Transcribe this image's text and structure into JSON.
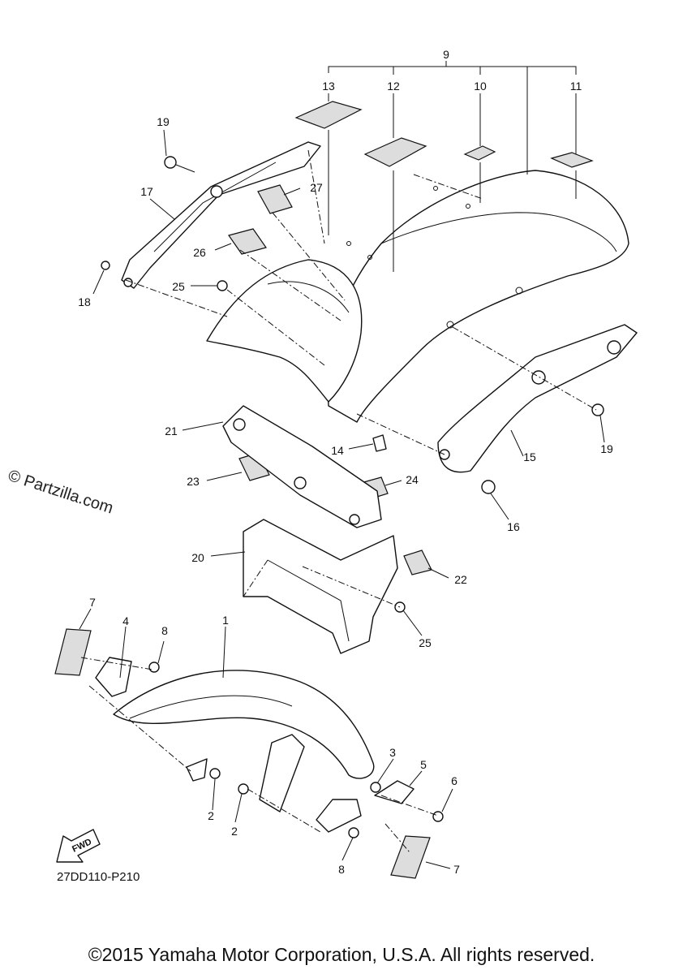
{
  "watermark": "© Partzilla.com",
  "diagram_code": "27DD110-P210",
  "fwd_label": "FWD",
  "copyright": "©2015 Yamaha Motor Corporation, U.S.A. All rights reserved.",
  "callouts": [
    "9",
    "13",
    "12",
    "10",
    "11",
    "19",
    "27",
    "17",
    "26",
    "25",
    "18",
    "21",
    "14",
    "15",
    "19",
    "16",
    "23",
    "24",
    "20",
    "22",
    "25",
    "7",
    "4",
    "8",
    "1",
    "3",
    "5",
    "6",
    "2",
    "2",
    "8",
    "7"
  ]
}
